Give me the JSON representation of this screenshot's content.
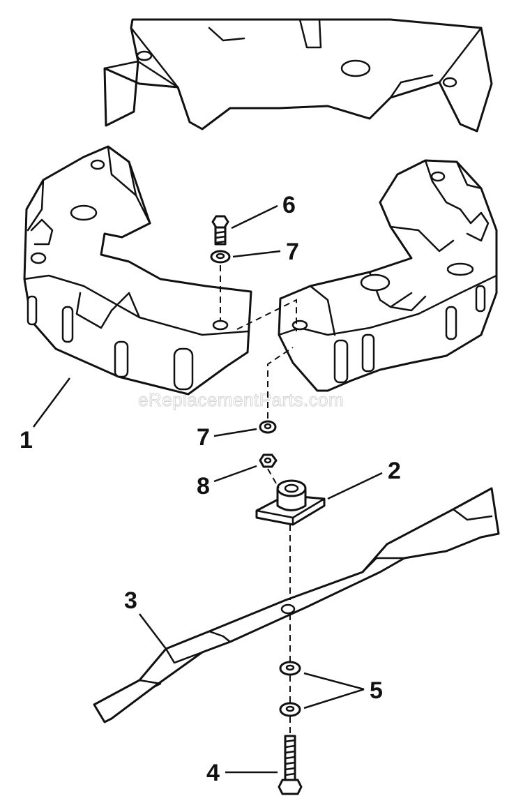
{
  "diagram": {
    "watermark": "eReplacementParts.com",
    "callouts": {
      "c1": "1",
      "c2": "2",
      "c3": "3",
      "c4": "4",
      "c5": "5",
      "c6": "6",
      "c7a": "7",
      "c7b": "7",
      "c8": "8"
    }
  }
}
